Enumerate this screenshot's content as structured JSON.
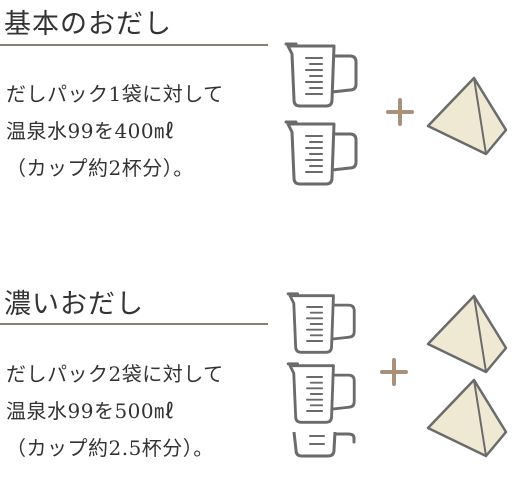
{
  "basic": {
    "title": "基本のおだし",
    "lines": [
      "だしパック1袋に対して",
      "温泉水99を400㎖",
      "（カップ約2杯分）。"
    ]
  },
  "rich": {
    "title": "濃いおだし",
    "lines": [
      "だしパック2袋に対して",
      "温泉水99を500㎖",
      "（カップ約2.5杯分）。"
    ]
  },
  "colors": {
    "text": "#333333",
    "rule": "#8c7d73",
    "cup_stroke": "#6b6b6b",
    "plus": "#a8907a",
    "pack_fill": "#efe9d4",
    "pack_stroke": "#6b6b6b"
  },
  "icons": {
    "cup": "measuring-cup-icon",
    "plus": "plus-icon",
    "pack": "dashi-pack-icon"
  }
}
